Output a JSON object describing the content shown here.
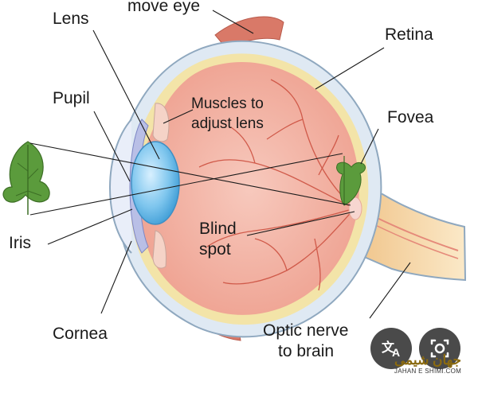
{
  "labels": {
    "move_eye": "move eye",
    "lens": "Lens",
    "pupil": "Pupil",
    "iris": "Iris",
    "cornea": "Cornea",
    "retina": "Retina",
    "muscles_line1": "Muscles to",
    "muscles_line2": "adjust lens",
    "fovea": "Fovea",
    "blind_line1": "Blind",
    "blind_line2": "spot",
    "optic_line1": "Optic nerve",
    "optic_line2": "to brain"
  },
  "overlay_buttons": [
    {
      "name": "translate-button",
      "icon": "translate-icon"
    },
    {
      "name": "lens-search-button",
      "icon": "camera-search-icon"
    }
  ],
  "watermark": {
    "arabic": "جهان شیمی",
    "latin": "JAHAN E SHIMI.COM"
  },
  "colors": {
    "sclera_fill": "#dfe9f3",
    "sclera_stroke": "#8fa8bf",
    "choroid": "#f3e4a8",
    "eyeball_interior": "#f4bdb0",
    "lens": "#7fc6ee",
    "iris": "#b9bfe6",
    "muscle": "#d97968",
    "leaf": "#5b9b3c",
    "vessels": "#d05a4a",
    "optic_nerve": "#f6d9a8"
  }
}
